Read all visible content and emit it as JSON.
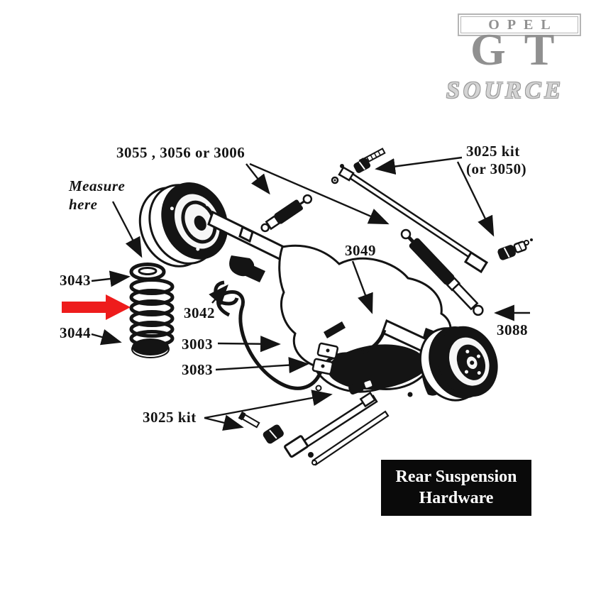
{
  "logo": {
    "brand": "OPEL",
    "model": "GT",
    "source": "SOURCE"
  },
  "labels": {
    "shock_options": "3055 , 3056 or 3006",
    "kit_top_line1": "3025 kit",
    "kit_top_line2": "(or 3050)",
    "measure_line1": "Measure",
    "measure_line2": "here",
    "p3043": "3043",
    "p3042": "3042",
    "p3049": "3049",
    "p3044": "3044",
    "p3003": "3003",
    "p3083": "3083",
    "p3088": "3088",
    "kit_bottom": "3025 kit"
  },
  "title_box": {
    "line1": "Rear Suspension",
    "line2": "Hardware"
  },
  "colors": {
    "ink": "#141414",
    "highlight_arrow": "#ee1c1c",
    "logo_gray": "#909090",
    "logo_frame": "#b5b5b5",
    "logo_outline": "#9a9a9a",
    "logo_fill_light": "#d4d4d4",
    "title_box_bg": "#0a0a0a",
    "title_box_text": "#ffffff"
  }
}
